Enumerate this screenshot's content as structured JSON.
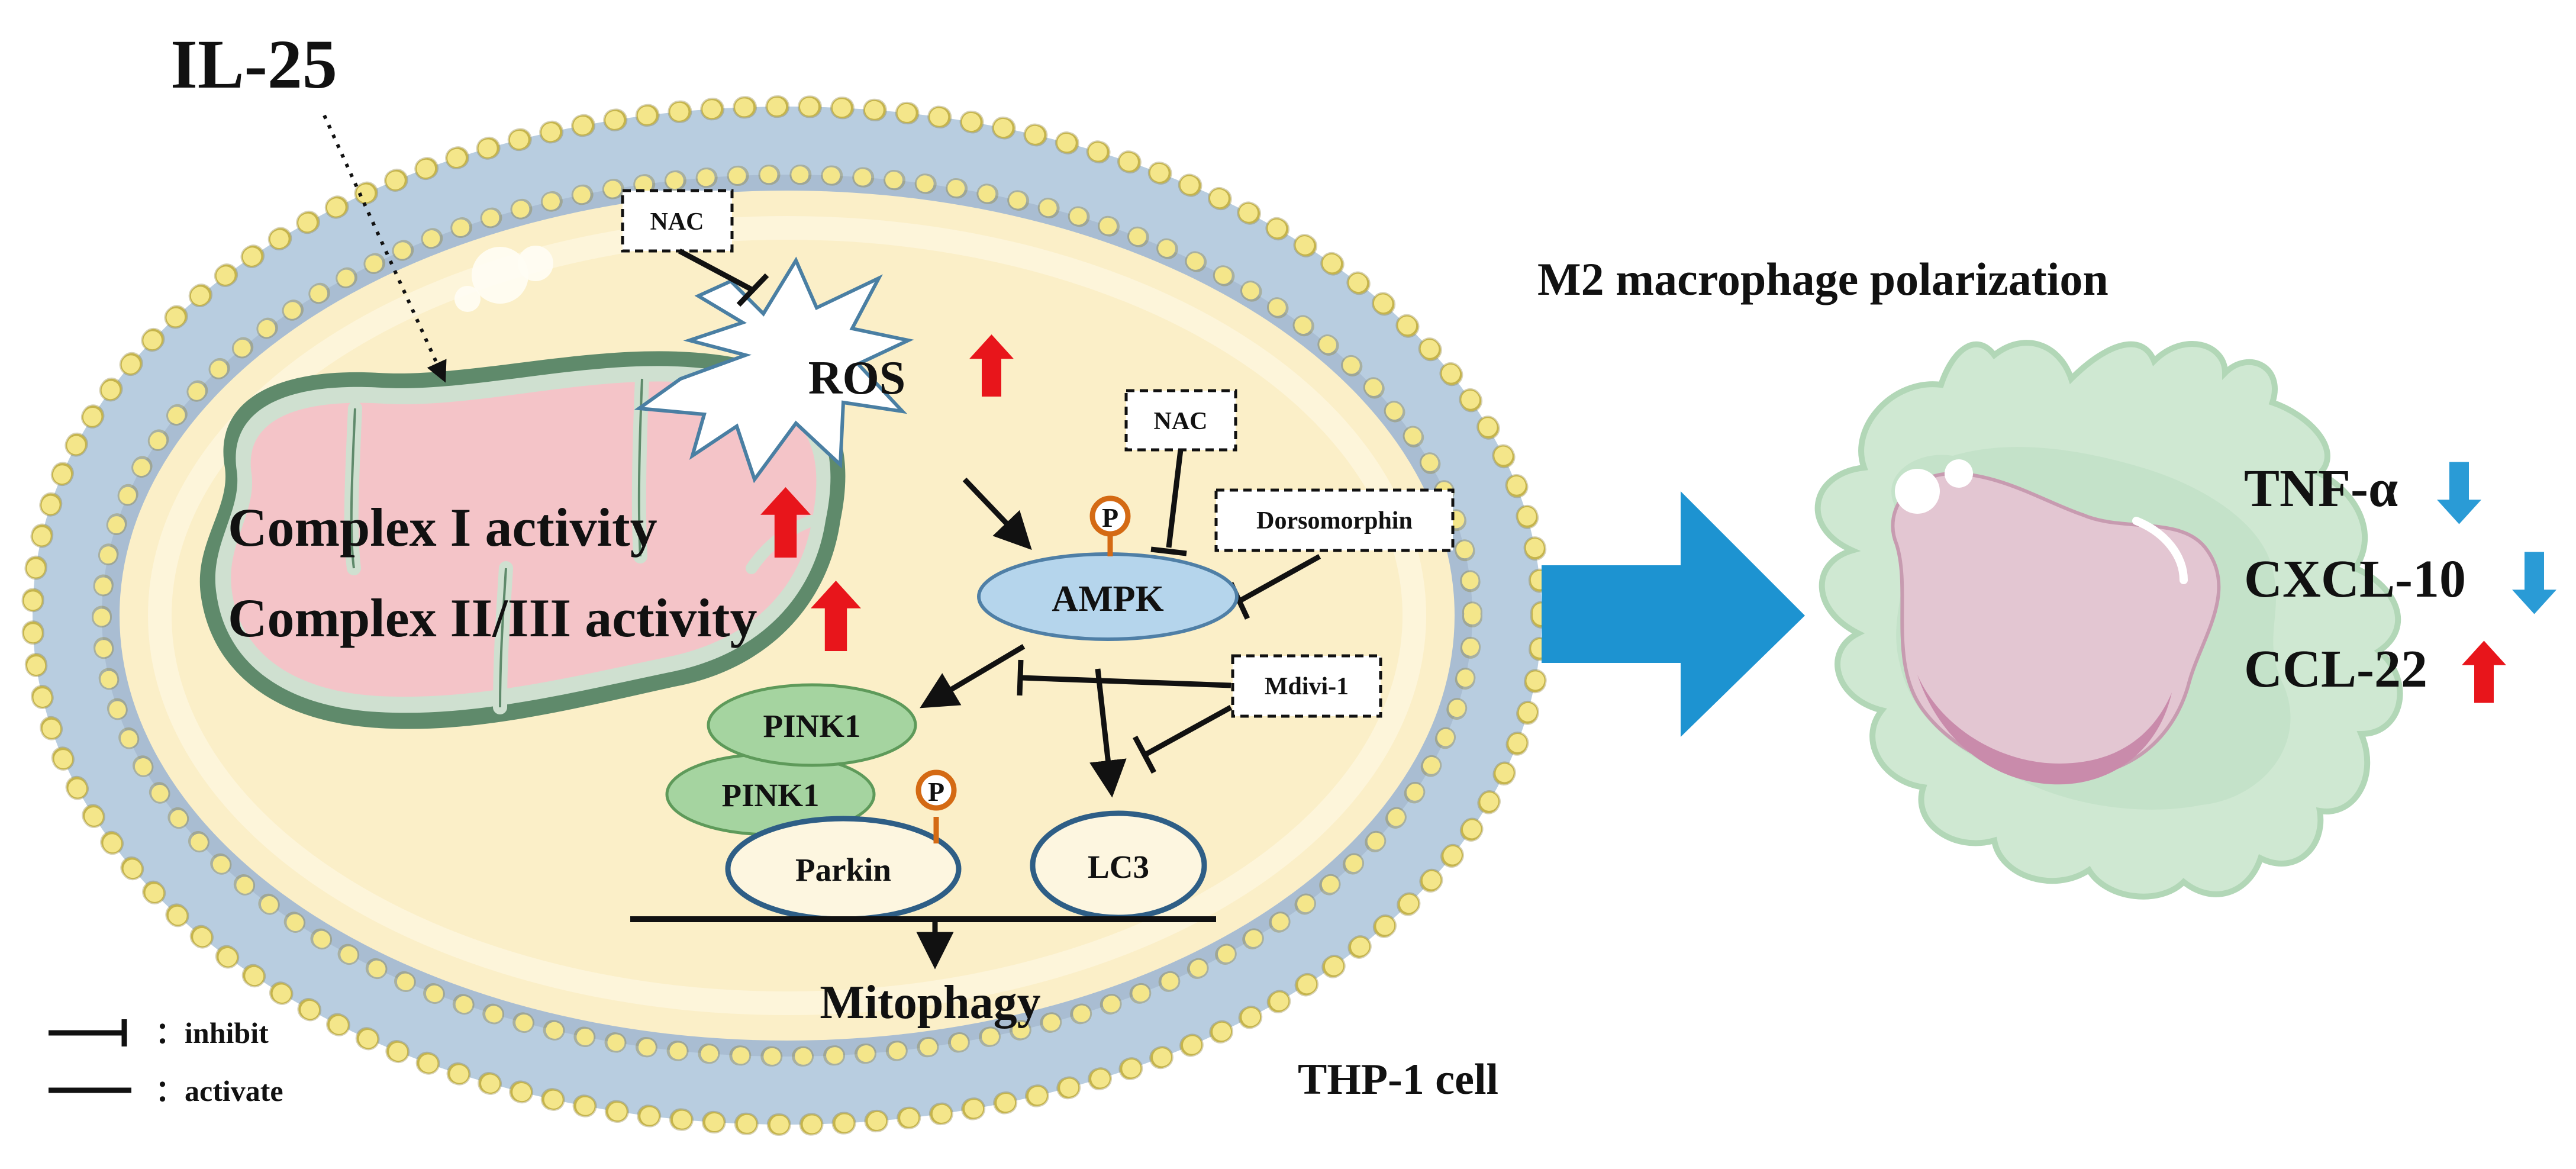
{
  "stimulus": "IL-25",
  "cell_label": "THP-1 cell",
  "outcome_title": "M2 macrophage polarization",
  "mitochondrion": {
    "complex1": "Complex I activity",
    "complex23": "Complex II/III activity"
  },
  "ros": "ROS",
  "inhibitors": {
    "nac_ros": "NAC",
    "nac_ampk": "NAC",
    "dorsomorphin": "Dorsomorphin",
    "mdivi": "Mdivi-1"
  },
  "ampk": "AMPK",
  "phospho_mark": "P",
  "pink1_upper": "PINK1",
  "pink1_lower": "PINK1",
  "parkin": "Parkin",
  "lc3": "LC3",
  "mitophagy": "Mitophagy",
  "markers": [
    {
      "name": "TNF-α",
      "direction": "down"
    },
    {
      "name": "CXCL-10",
      "direction": "down"
    },
    {
      "name": "CCL-22",
      "direction": "up"
    }
  ],
  "legend": {
    "inhibit": "：inhibit",
    "activate": "：activate"
  },
  "colors": {
    "up_arrow": "#e8151b",
    "down_arrow": "#2a9bd6",
    "polarization_arrow": "#1d93d1",
    "ampk_fill": "#b5d5ec",
    "pink1_fill": "#a5d4a0",
    "ros_stroke": "#4a7fa3"
  }
}
